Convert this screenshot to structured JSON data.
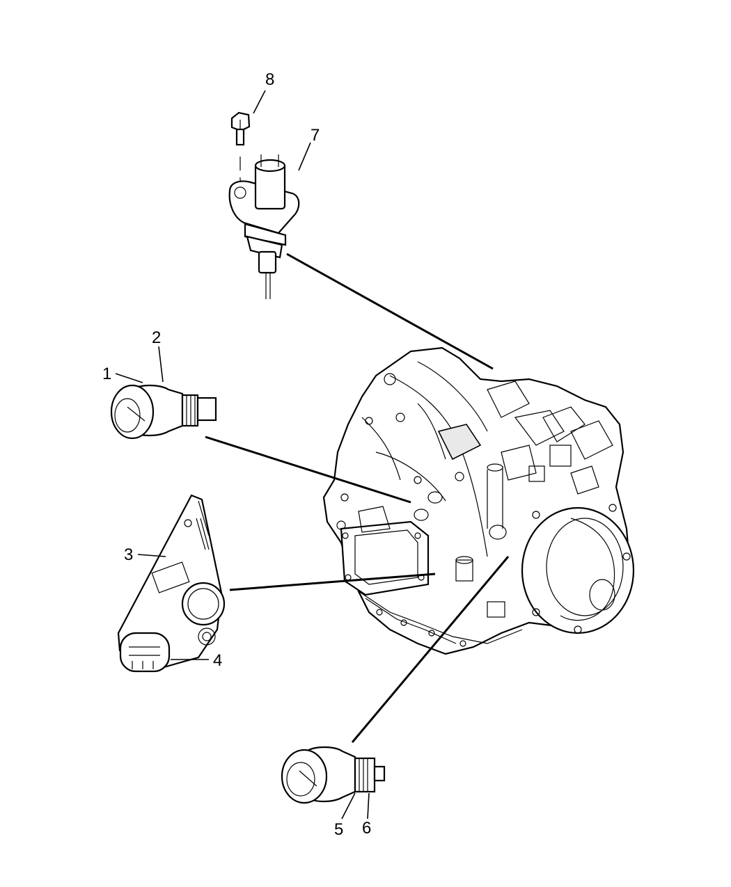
{
  "callouts": {
    "c1": "1",
    "c2": "2",
    "c3": "3",
    "c4": "4",
    "c5": "5",
    "c6": "6",
    "c7": "7",
    "c8": "8"
  },
  "parts": {
    "transaxle_icon": "transaxle-assembly-icon",
    "sensor_7_icon": "speed-sensor-icon",
    "bolt_8_icon": "bolt-icon",
    "sensor_1_2_icon": "pressure-switch-icon",
    "sensor_3_4_icon": "range-sensor-icon",
    "sensor_5_6_icon": "pressure-switch-icon"
  },
  "colors": {
    "line": "#000000",
    "background": "#ffffff"
  }
}
